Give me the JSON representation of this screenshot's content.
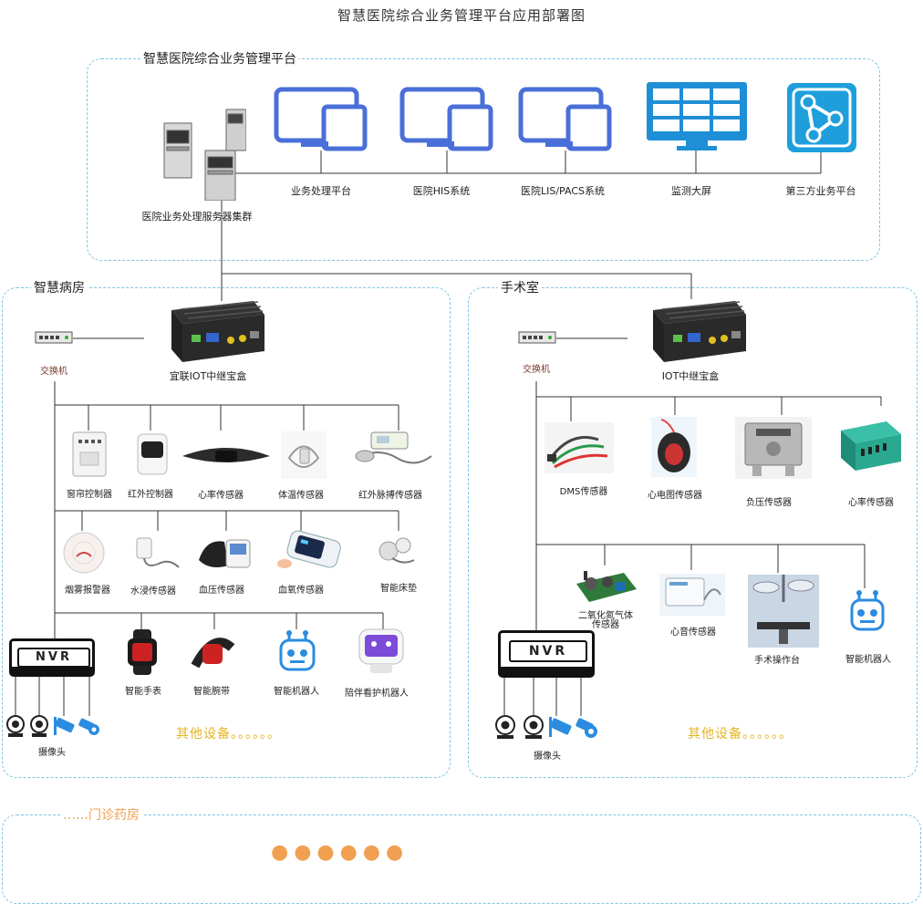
{
  "title": "智慧医院综合业务管理平台应用部署图",
  "platform": {
    "zone_title": "智慧医院综合业务管理平台",
    "server_label": "医院业务处理服务器集群",
    "terminals": [
      {
        "label": "业务处理平台",
        "icon": "monitor-icon"
      },
      {
        "label": "医院HIS系统",
        "icon": "monitor-icon"
      },
      {
        "label": "医院LIS/PACS系统",
        "icon": "monitor-icon"
      },
      {
        "label": "监测大屏",
        "icon": "video-wall-icon"
      },
      {
        "label": "第三方业务平台",
        "icon": "share-icon"
      }
    ]
  },
  "ward": {
    "zone_title": "智慧病房",
    "switch_label": "交换机",
    "gateway_label": "宜联IOT中继宝盒",
    "row1": [
      "窗帘控制器",
      "红外控制器",
      "心率传感器",
      "体温传感器",
      "红外脉搏传感器"
    ],
    "row2": [
      "烟雾报警器",
      "水浸传感器",
      "血压传感器",
      "血氧传感器",
      "智能床垫"
    ],
    "row3": [
      "智能手表",
      "智能腕带",
      "智能机器人",
      "陪伴看护机器人"
    ],
    "nvr_label": "NVR",
    "camera_label": "摄像头",
    "other": "其他设备。。。。。。"
  },
  "surgery": {
    "zone_title": "手术室",
    "switch_label": "交换机",
    "gateway_label": "IOT中继宝盒",
    "row1": [
      "DMS传感器",
      "心电图传感器",
      "负压传感器",
      "心率传感器"
    ],
    "row2": [
      "二氧化氮气体传感器",
      "心音传感器",
      "手术操作台",
      "智能机器人"
    ],
    "nvr_label": "NVR",
    "camera_label": "摄像头",
    "other": "其他设备。。。。。。"
  },
  "pharmacy": {
    "zone_title": "……门诊药房",
    "dots": "●●●●●●"
  },
  "colors": {
    "accent": "#4a6fd8",
    "zone_border": "#7dc4e4",
    "other_text": "#e6b422",
    "pharmacy": "#f0a050"
  }
}
